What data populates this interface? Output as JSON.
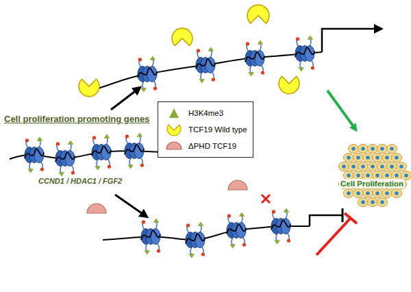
{
  "diagram": {
    "nodes": [
      {
        "text": [
          "Cell proliferation promoting genes",
          "CCND1 / HDAC1 / FGF2"
        ]
      },
      {
        "text": [
          "Cell Proliferation"
        ]
      }
    ],
    "legend": [
      {
        "text": "H3K4me3"
      },
      {
        "text": "TCF19 Wild type"
      },
      {
        "text": "ΔPHD TCF19"
      }
    ]
  }
}
